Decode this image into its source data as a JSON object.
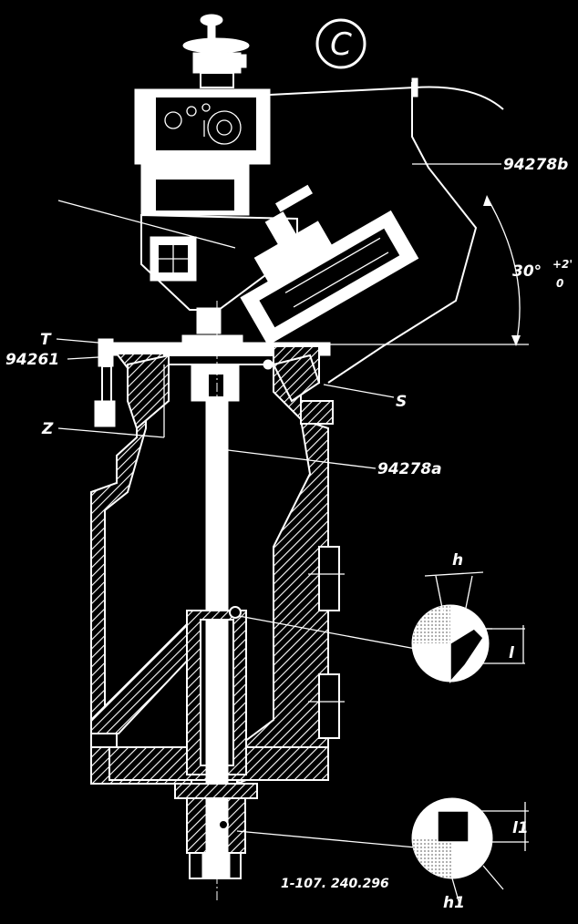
{
  "drawing": {
    "view_letter": "C",
    "labels": {
      "t": "T",
      "p94261": "94261",
      "z": "Z",
      "s": "S",
      "p94278a": "94278a",
      "p94278b": "94278b"
    },
    "angle": {
      "base": "30°",
      "tol_plus": "+2'",
      "tol_minus": "0"
    },
    "detail_upper": {
      "h": "h",
      "l": "l"
    },
    "detail_lower": {
      "h1": "h1",
      "l1": "l1"
    },
    "drawing_number": "1-107. 240.296"
  }
}
